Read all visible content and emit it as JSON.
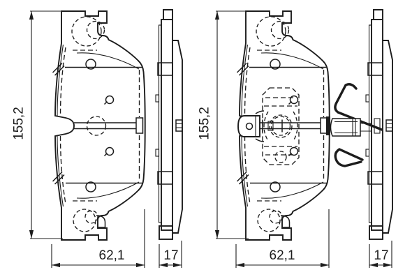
{
  "drawing": {
    "background_color": "#ffffff",
    "line_color": "#1c1c1c",
    "dimensions": {
      "outer_pad_height": "155,2",
      "outer_pad_width": "62,1",
      "outer_pad_thickness": "17",
      "inner_pad_height": "155,2",
      "inner_pad_width": "62,1",
      "inner_pad_thickness": "17"
    }
  }
}
